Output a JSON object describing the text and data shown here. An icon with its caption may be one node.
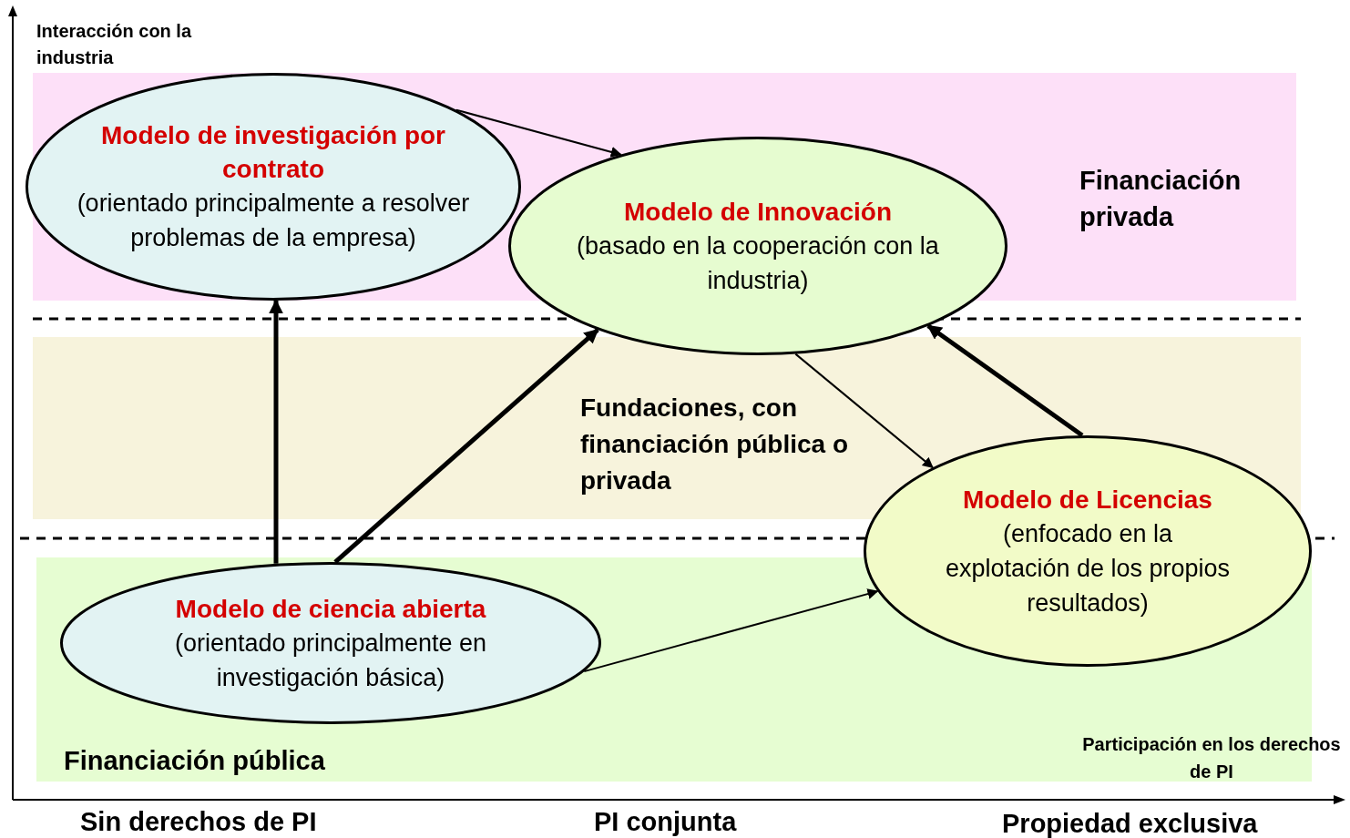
{
  "diagram": {
    "nodes": [
      {
        "text": [
          "Modelo de investigación por contrato",
          "(orientado principalmente a resolver problemas de la empresa)"
        ]
      },
      {
        "text": [
          "Modelo de Innovación",
          "(basado en la cooperación con la industria)"
        ]
      },
      {
        "text": [
          "Modelo de Licencias",
          "(enfocado en la explotación de los propios resultados)"
        ]
      },
      {
        "text": [
          "Modelo de ciencia abierta",
          "(orientado principalmente en investigación básica)"
        ]
      }
    ],
    "edges": [
      {
        "from": 0,
        "to": 1,
        "arrow": "to"
      },
      {
        "from": 1,
        "to": 2,
        "arrow": "to"
      },
      {
        "from": 3,
        "to": 2,
        "arrow": "to"
      },
      {
        "from": 3,
        "to": 0,
        "arrow": "to",
        "style": "thick"
      },
      {
        "from": 3,
        "to": 1,
        "arrow": "to",
        "style": "thick"
      },
      {
        "from": 2,
        "to": 1,
        "arrow": "to",
        "style": "thick"
      }
    ],
    "labels": [
      "Interacción con la industria",
      "Financiación privada",
      "Fundaciones, con financiación pública o privada",
      "Participación en los derechos de PI",
      "Financiación pública",
      "Sin derechos de PI",
      "PI conjunta",
      "Propiedad exclusiva"
    ]
  }
}
